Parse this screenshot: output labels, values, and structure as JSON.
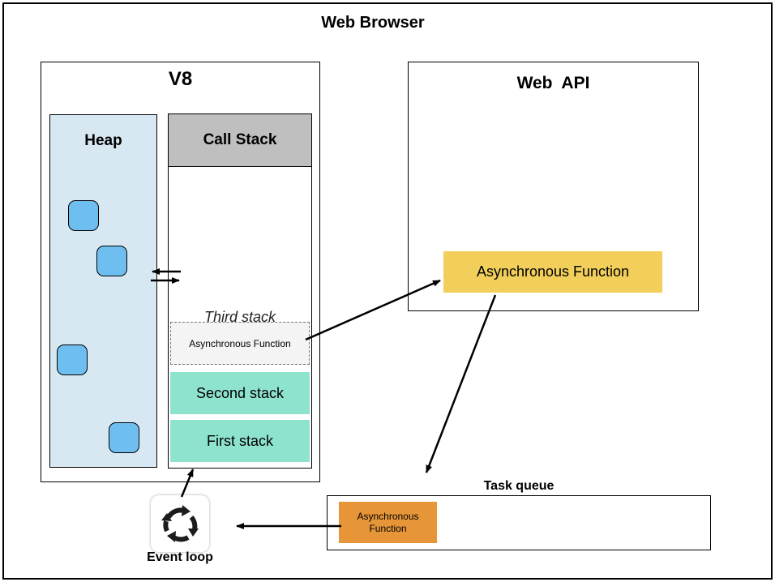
{
  "browser": {
    "title": "Web Browser"
  },
  "v8": {
    "title": "V8",
    "heap": {
      "title": "Heap",
      "object_count": 4
    },
    "call_stack": {
      "title": "Call Stack",
      "third_label": "Third stack",
      "frames": {
        "third": "Asynchronous Function",
        "second": "Second stack",
        "first": "First stack"
      }
    }
  },
  "web_api": {
    "title": "Web  API",
    "function_label": "Asynchronous Function"
  },
  "task_queue": {
    "title": "Task queue",
    "item_label": "Asynchronous\nFunction"
  },
  "event_loop": {
    "label": "Event loop",
    "icon": "cycle-arrows-icon"
  },
  "colors": {
    "heap_bg": "#d7e8f2",
    "heap_object": "#6fbef0",
    "call_stack_header": "#bfbfbf",
    "stack_frame": "#8ee3cf",
    "web_api_function": "#f2cf5b",
    "task_queue_item": "#e69639"
  }
}
